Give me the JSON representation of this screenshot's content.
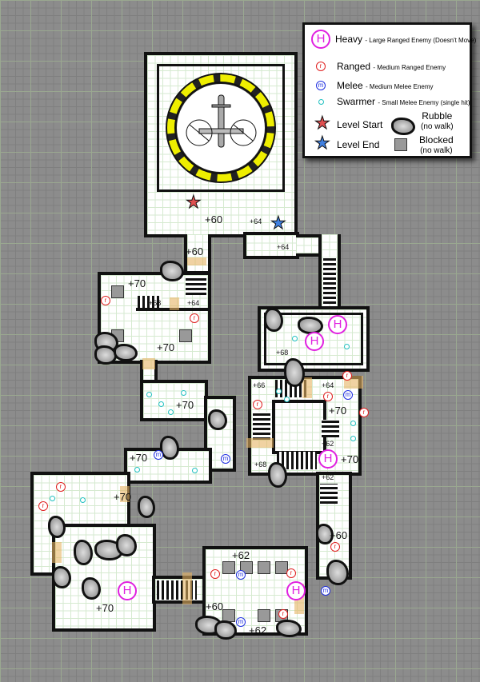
{
  "legend": {
    "heavy": {
      "symbol": "H",
      "name": "Heavy",
      "desc": "- Large Ranged Enemy (Doesn't Move)"
    },
    "ranged": {
      "symbol": "r",
      "name": "Ranged",
      "desc": "- Medium Ranged Enemy"
    },
    "melee": {
      "symbol": "m",
      "name": "Melee",
      "desc": "- Medium Melee Enemy"
    },
    "swarmer": {
      "name": "Swarmer",
      "desc": "- Small Melee Enemy (single hit)"
    },
    "level_start": "Level Start",
    "level_end": "Level End",
    "rubble": "Rubble",
    "rubble_note": "(no walk)",
    "blocked": "Blocked",
    "blocked_note": "(no walk)"
  },
  "colors": {
    "heavy": "#e020e0",
    "ranged": "#e02020",
    "melee": "#2030e0",
    "swarmer": "#20c0c0",
    "start": "#e05050",
    "end": "#4080e0"
  },
  "elevations": [
    "+60",
    "+64",
    "+64",
    "+60",
    "+70",
    "+68",
    "+64",
    "+70",
    "+68",
    "+70",
    "+66",
    "+64",
    "+70",
    "+62",
    "+68",
    "+70",
    "+62",
    "+70",
    "+70",
    "+60",
    "+62",
    "+70",
    "+60",
    "+62"
  ],
  "enemy_symbols": {
    "heavy": "H",
    "ranged": "r",
    "melee": "m"
  }
}
